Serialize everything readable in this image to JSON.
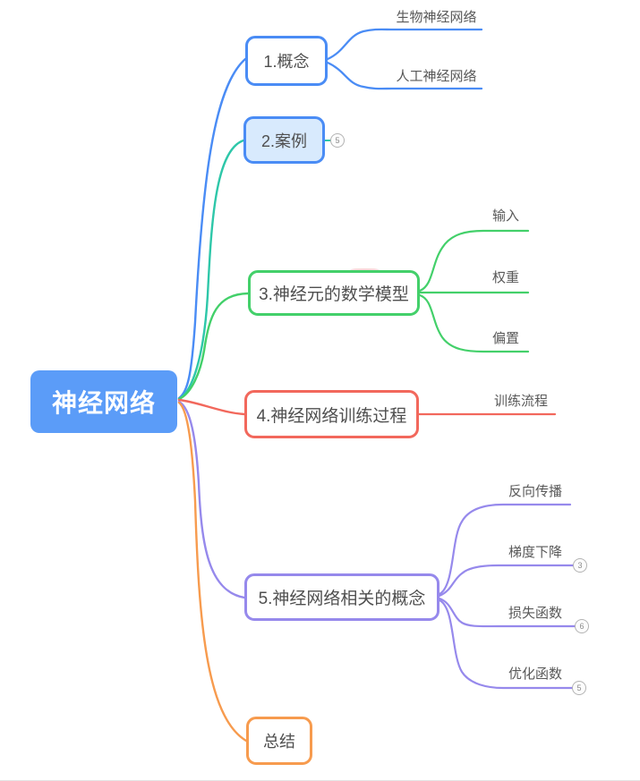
{
  "colors": {
    "blue": "#4a8cf5",
    "teal": "#2ec7a9",
    "green": "#43d06a",
    "red": "#f2685c",
    "purple": "#9689ec",
    "orange": "#f79b4e",
    "root_bg": "#5b9cf8",
    "case_node_bg": "#d8eafd",
    "node_text": "#4f4f4f",
    "leaf_text": "#595959",
    "badge_border": "#b3b3b3",
    "badge_text": "#8c8c8c"
  },
  "root": {
    "label": "神经网络"
  },
  "branches": [
    {
      "label": "1.概念",
      "children": [
        {
          "label": "生物神经网络"
        },
        {
          "label": "人工神经网络"
        }
      ]
    },
    {
      "label": "2.案例",
      "badge": "5"
    },
    {
      "label": "3.神经元的数学模型",
      "children": [
        {
          "label": "输入"
        },
        {
          "label": "权重"
        },
        {
          "label": "偏置"
        }
      ]
    },
    {
      "label": "4.神经网络训练过程",
      "children": [
        {
          "label": "训练流程"
        }
      ]
    },
    {
      "label": "5.神经网络相关的概念",
      "children": [
        {
          "label": "反向传播"
        },
        {
          "label": "梯度下降",
          "badge": "3"
        },
        {
          "label": "损失函数",
          "badge": "6"
        },
        {
          "label": "优化函数",
          "badge": "5"
        }
      ]
    },
    {
      "label": "总结"
    }
  ]
}
